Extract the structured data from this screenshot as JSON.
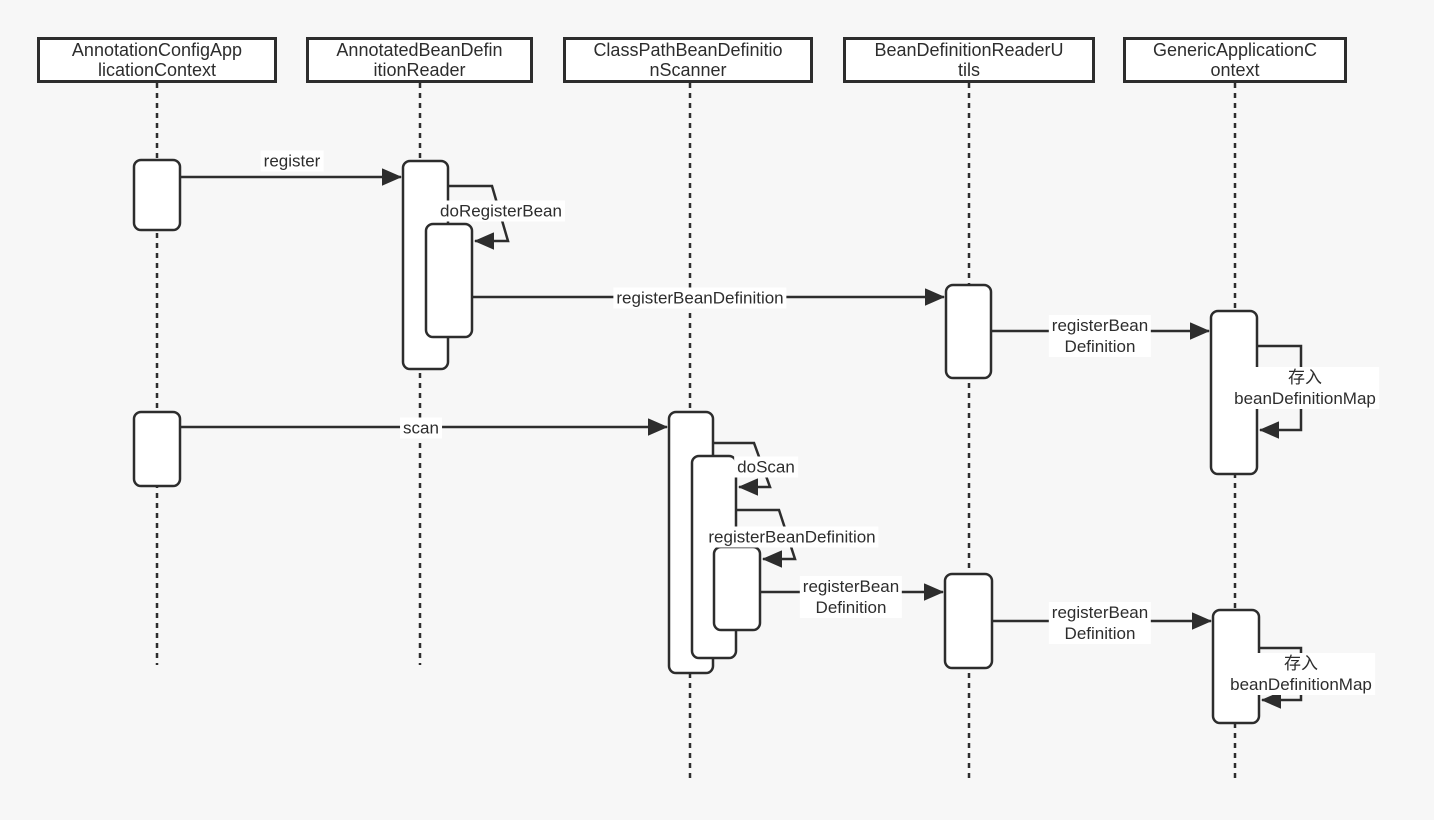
{
  "diagram": {
    "type": "sequence-diagram",
    "colors": {
      "background": "#f7f7f7",
      "stroke": "#2d2d2d",
      "shape_fill": "#ffffff"
    },
    "participants": [
      {
        "id": "AnnotationConfigApplicationContext",
        "label": "AnnotationConfigApp\nlicationContext"
      },
      {
        "id": "AnnotatedBeanDefinitionReader",
        "label": "AnnotatedBeanDefin\nitionReader"
      },
      {
        "id": "ClassPathBeanDefinitionScanner",
        "label": "ClassPathBeanDefinitio\nnScanner"
      },
      {
        "id": "BeanDefinitionReaderUtils",
        "label": "BeanDefinitionReaderU\ntils"
      },
      {
        "id": "GenericApplicationContext",
        "label": "GenericApplicationC\nontext"
      }
    ],
    "messages": [
      {
        "label": "register",
        "from": "AnnotationConfigApplicationContext",
        "to": "AnnotatedBeanDefinitionReader",
        "kind": "call"
      },
      {
        "label": "doRegisterBean",
        "from": "AnnotatedBeanDefinitionReader",
        "to": "AnnotatedBeanDefinitionReader",
        "kind": "self"
      },
      {
        "label": "registerBeanDefinition",
        "from": "AnnotatedBeanDefinitionReader",
        "to": "BeanDefinitionReaderUtils",
        "kind": "call"
      },
      {
        "label": "registerBean\nDefinition",
        "from": "BeanDefinitionReaderUtils",
        "to": "GenericApplicationContext",
        "kind": "call"
      },
      {
        "label": "存入beanDefinitionMap",
        "from": "GenericApplicationContext",
        "to": "GenericApplicationContext",
        "kind": "self"
      },
      {
        "label": "scan",
        "from": "AnnotationConfigApplicationContext",
        "to": "ClassPathBeanDefinitionScanner",
        "kind": "call"
      },
      {
        "label": "doScan",
        "from": "ClassPathBeanDefinitionScanner",
        "to": "ClassPathBeanDefinitionScanner",
        "kind": "self"
      },
      {
        "label": "registerBeanDefinition",
        "from": "ClassPathBeanDefinitionScanner",
        "to": "ClassPathBeanDefinitionScanner",
        "kind": "self"
      },
      {
        "label": "registerBean\nDefinition",
        "from": "ClassPathBeanDefinitionScanner",
        "to": "BeanDefinitionReaderUtils",
        "kind": "call"
      },
      {
        "label": "registerBean\nDefinition",
        "from": "BeanDefinitionReaderUtils",
        "to": "GenericApplicationContext",
        "kind": "call"
      },
      {
        "label": "存入beanDefinitionMap",
        "from": "GenericApplicationContext",
        "to": "GenericApplicationContext",
        "kind": "self"
      }
    ]
  }
}
